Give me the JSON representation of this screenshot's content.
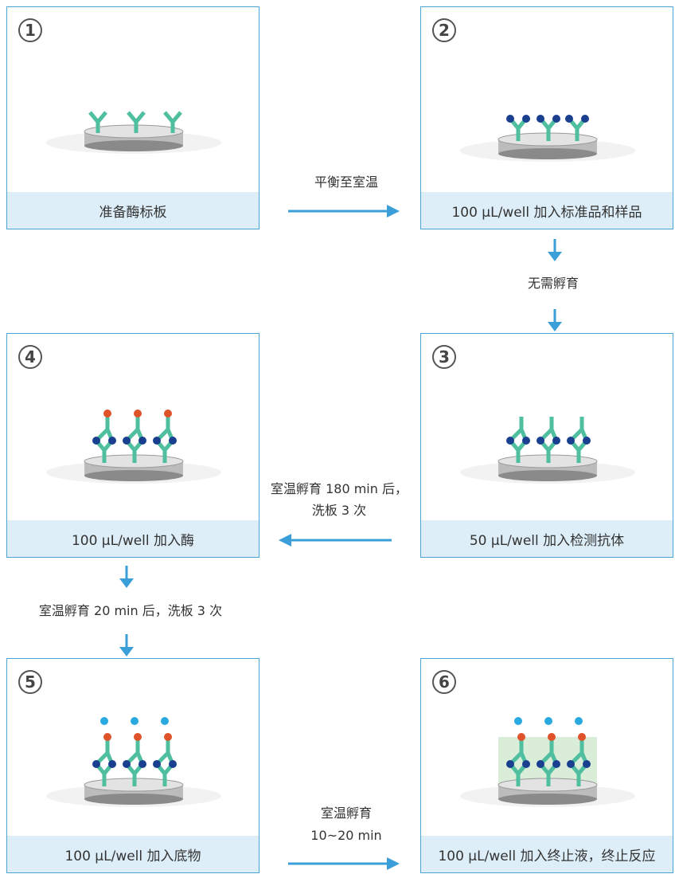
{
  "steps": [
    {
      "num": "1",
      "caption": "准备酶标板"
    },
    {
      "num": "2",
      "caption": "100  μL/well 加入标准品和样品"
    },
    {
      "num": "3",
      "caption": "50  μL/well 加入检测抗体"
    },
    {
      "num": "4",
      "caption": "100  μL/well 加入酶"
    },
    {
      "num": "5",
      "caption": "100  μL/well 加入底物"
    },
    {
      "num": "6",
      "caption": "100 μL/well 加入终止液，终止反应"
    }
  ],
  "transitions": {
    "t1_2": "平衡至室温",
    "t2_3": "无需孵育",
    "t3_4_line1": "室温孵育 180 min 后，",
    "t3_4_line2": "洗板 3 次",
    "t4_5": "室温孵育 20 min 后，洗板 3 次",
    "t5_6_line1": "室温孵育",
    "t5_6_line2": "10~20 min"
  },
  "colors": {
    "border": "#4ba3d6",
    "caption_bg": "#ddeef8",
    "arrow": "#3a9fd8",
    "antibody": "#4fbf9f",
    "antigen": "#1b3f8f",
    "enzyme": "#e0522a",
    "substrate": "#2aa8e0",
    "stop_solution": "#cfe9cf"
  }
}
